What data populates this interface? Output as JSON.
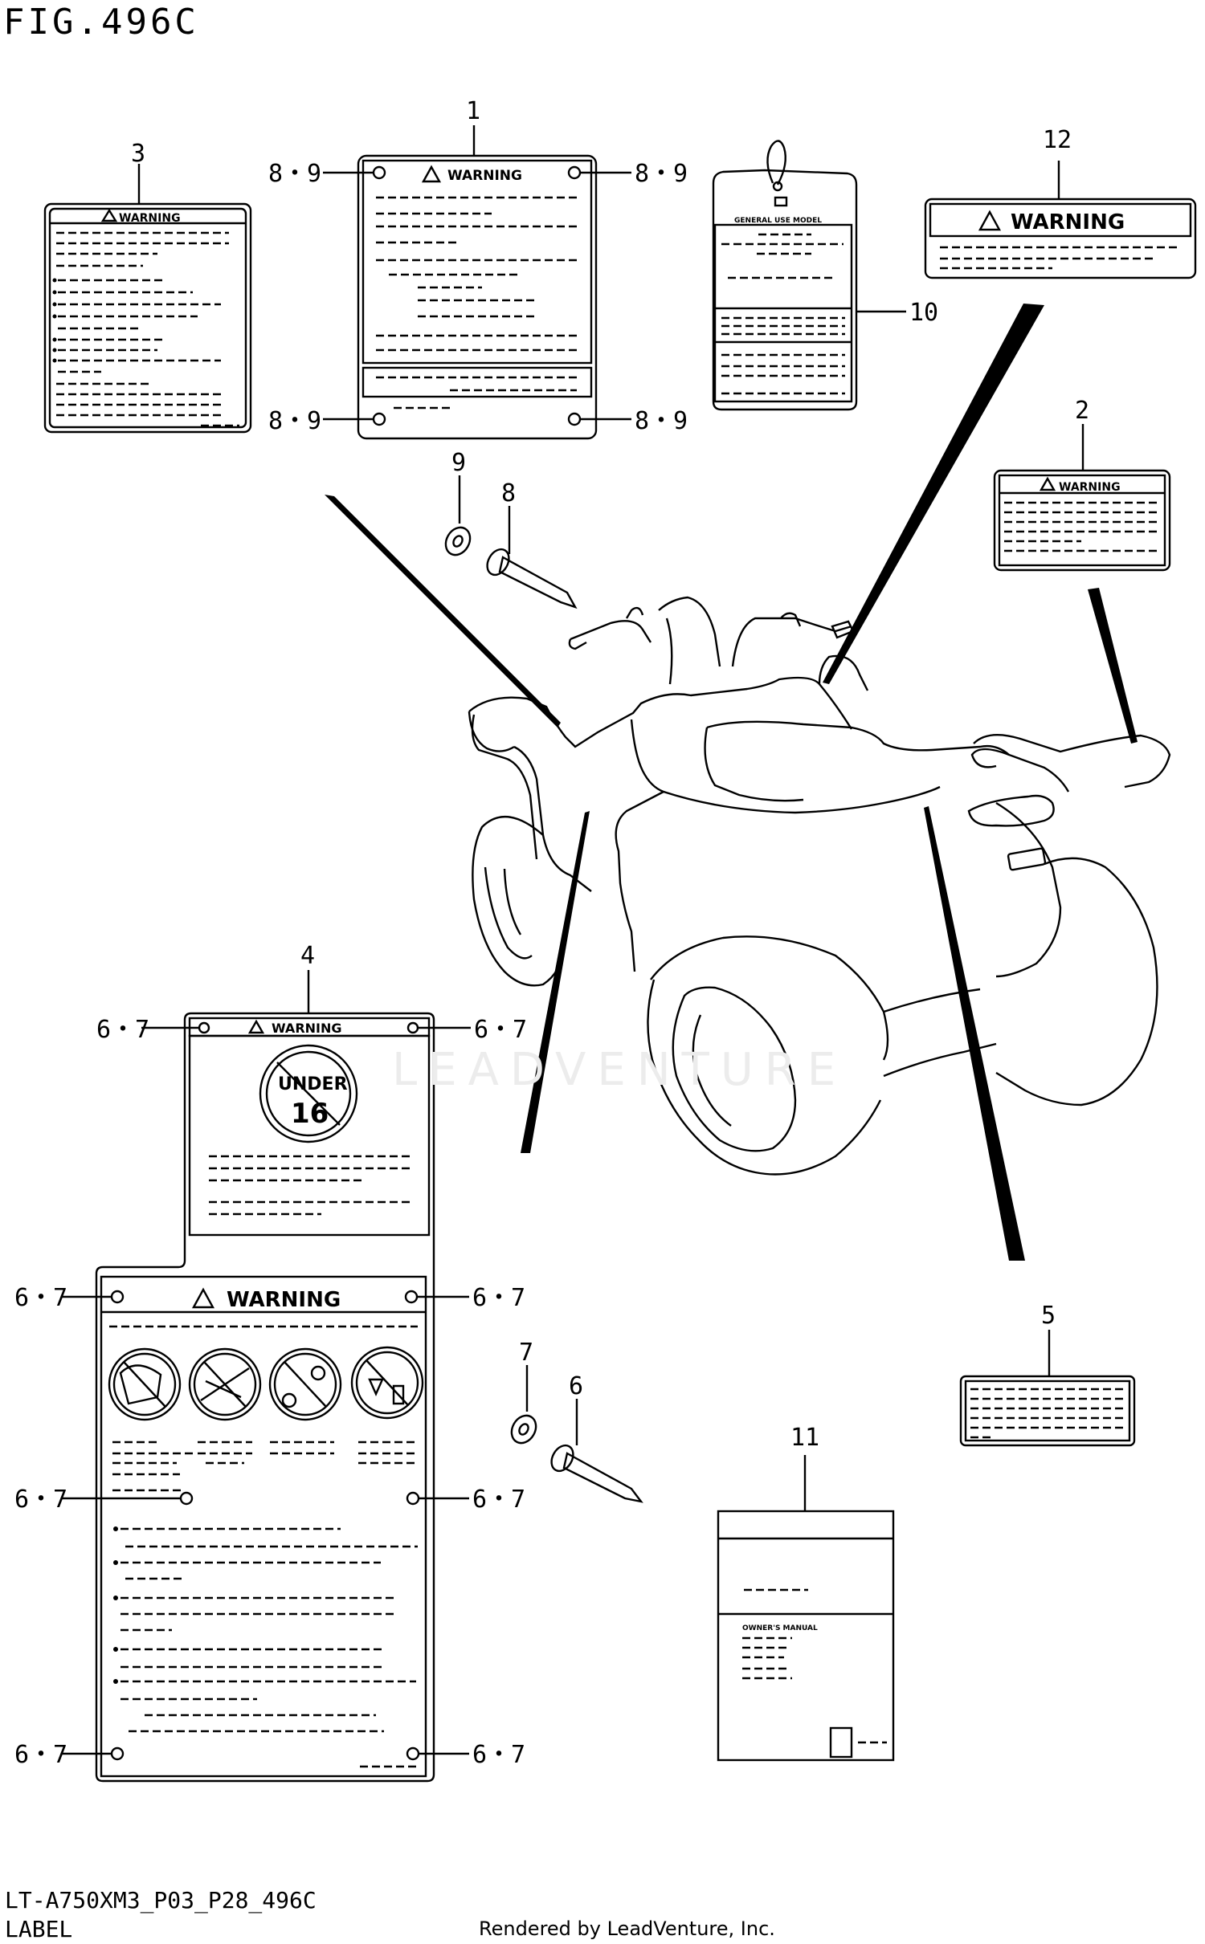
{
  "figure": {
    "title": "FIG.496C",
    "model_code": "LT-A750XM3_P03_P28_496C",
    "section": "LABEL",
    "credit": "Rendered by LeadVenture, Inc.",
    "watermark": "LEADVENTURE"
  },
  "labels": {
    "warning": "WARNING",
    "tag_title": "GENERAL USE MODEL",
    "manual_title": "OWNER'S MANUAL",
    "under": "UNDER",
    "age": "16"
  },
  "callouts": {
    "p1": "1",
    "p2": "2",
    "p3": "3",
    "p4": "4",
    "p5": "5",
    "p6": "6",
    "p7": "7",
    "p8": "8",
    "p9": "9",
    "p10": "10",
    "p11": "11",
    "p12": "12",
    "p89": "8・9",
    "p67": "6・7"
  }
}
